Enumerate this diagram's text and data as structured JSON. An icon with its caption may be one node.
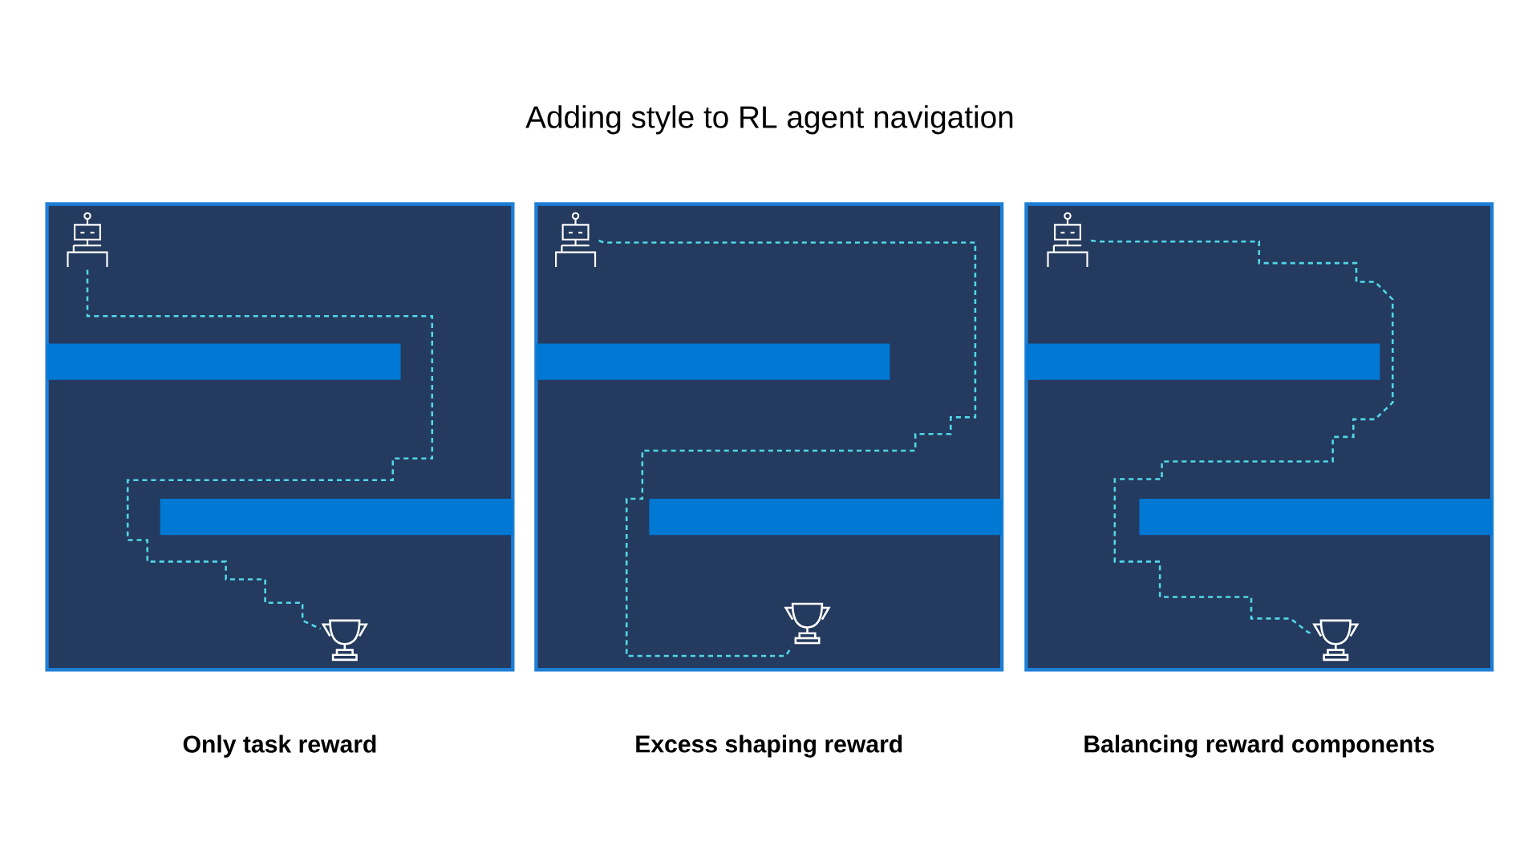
{
  "diagram": {
    "title": "Adding style to RL agent navigation",
    "nodes": [
      {
        "text": [
          "Only task reward"
        ]
      },
      {
        "text": [],
        "shape": "picture",
        "in": 0
      },
      {
        "text": [],
        "shape": "picture",
        "in": 0
      },
      {
        "text": [
          "Excess shaping reward"
        ]
      },
      {
        "text": [],
        "shape": "picture",
        "in": 3
      },
      {
        "text": [],
        "shape": "picture",
        "in": 3
      },
      {
        "text": [
          "Balancing reward components"
        ]
      },
      {
        "text": [],
        "shape": "picture",
        "in": 6
      },
      {
        "text": [],
        "shape": "picture",
        "in": 6
      }
    ],
    "edges": [
      {
        "from": 1,
        "to": 2,
        "arrow": "none",
        "style": "dashed"
      },
      {
        "from": 4,
        "to": 5,
        "arrow": "none",
        "style": "dashed"
      },
      {
        "from": 7,
        "to": 8,
        "arrow": "none",
        "style": "dashed"
      }
    ]
  }
}
